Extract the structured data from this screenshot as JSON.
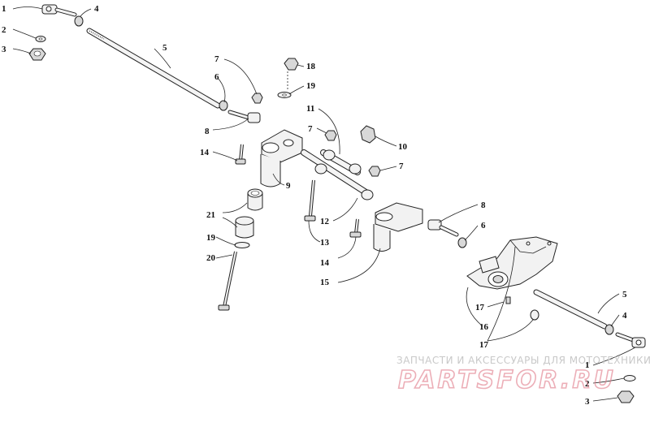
{
  "diagram": {
    "callouts": {
      "c1a": "1",
      "c2a": "2",
      "c3a": "3",
      "c4a": "4",
      "c5a": "5",
      "c6a": "6",
      "c7a": "7",
      "c8a": "8",
      "c14a": "14",
      "c18": "18",
      "c19a": "19",
      "c11": "11",
      "c7b": "7",
      "c10": "10",
      "c7c": "7",
      "c9": "9",
      "c21": "21",
      "c19b": "19",
      "c20": "20",
      "c12": "12",
      "c13": "13",
      "c14b": "14",
      "c15": "15",
      "c8b": "8",
      "c6b": "6",
      "c17a": "17",
      "c16": "16",
      "c17b": "17",
      "c5b": "5",
      "c4b": "4",
      "c1b": "1",
      "c2b": "2",
      "c3b": "3"
    }
  },
  "watermark": {
    "caption": "ЗАПЧАСТИ И АКСЕССУАРЫ ДЛЯ МОТОТЕХНИКИ",
    "logo": "PARTSFOR.RU"
  }
}
